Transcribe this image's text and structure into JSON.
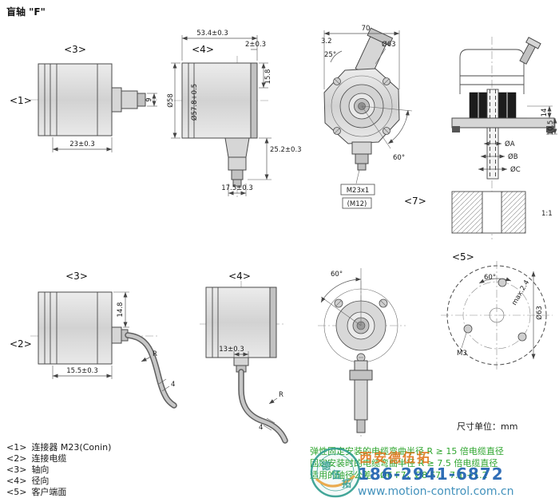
{
  "title": "盲轴 \"F\"",
  "units": "尺寸单位：mm",
  "view_labels": {
    "v1": "<1>",
    "v2": "<2>",
    "v3a": "<3>",
    "v3b": "<3>",
    "v4a": "<4>",
    "v4b": "<4>",
    "v5": "<5>",
    "v7": "<7>"
  },
  "dims": {
    "a_len": "23±0.3",
    "a_d9": "9",
    "b_total": "53.4±0.3",
    "b_2": "2±0.3",
    "b_d58": "Ø58",
    "b_d578": "Ø57.8+0.5",
    "b_158": "15.8",
    "b_252": "25.2±0.3",
    "b_175": "17.5±0.3",
    "c_70": "70",
    "c_d63": "Ø63",
    "c_32": "3.2",
    "c_25": "25°",
    "c_60": "60°",
    "c_m23": "M23x1",
    "c_m12": "(M12)",
    "d_14": "14",
    "d_105": "10.5",
    "d_da": "ØA",
    "d_db": "ØB",
    "d_dc": "ØC",
    "d_scale": "1:1",
    "e_148": "14.8",
    "e_155": "15.5±0.3",
    "e_r": "R",
    "e_4": "4",
    "f_13": "13±0.3",
    "f_r": "R",
    "f_4": "4",
    "g_60": "60°",
    "h_60": "60°",
    "h_max": "max.2.4",
    "h_d63": "Ø63",
    "h_m3": "M3"
  },
  "legend": [
    {
      "key": "<1>",
      "label": "连接器 M23(Conin)"
    },
    {
      "key": "<2>",
      "label": "连接电缆"
    },
    {
      "key": "<3>",
      "label": "轴向"
    },
    {
      "key": "<4>",
      "label": "径向"
    },
    {
      "key": "<5>",
      "label": "客户端面"
    }
  ],
  "notes": [
    "弹性固定安装的电缆弯曲半径 R ≥ 15 倍电缆直径",
    "固定安装时的电缆弯曲半径 R ≥ 7.5 倍电缆直径",
    "适用的轴径公差：Ø6 F7，Ø8 F7，7.1 +1.2"
  ],
  "watermark": {
    "company": "西安德伍拓",
    "phone": "186-2941-6872",
    "website": "www.motion-control.com.cn",
    "stamp": [
      "德",
      "伍",
      "拓"
    ]
  },
  "colors": {
    "line": "#4a4a4a",
    "note_green": "#2ea52e",
    "wm_orange": "#e0761c",
    "wm_blue": "#1b5fb0",
    "wm_teal": "#2f9d8e"
  }
}
